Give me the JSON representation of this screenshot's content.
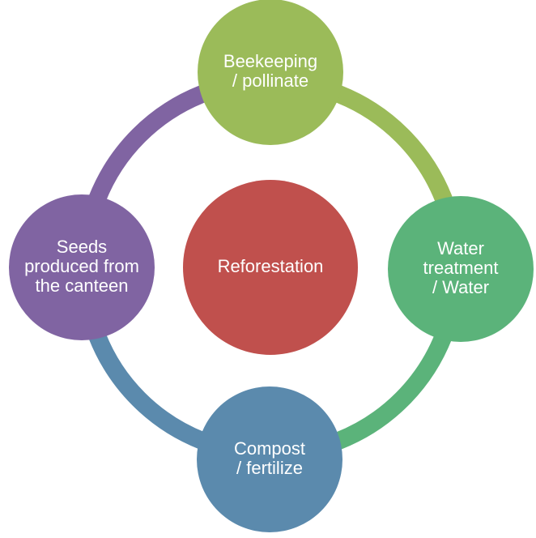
{
  "diagram": {
    "center": {
      "lines": [
        "Reforestation"
      ],
      "color": "#c0504d"
    },
    "nodes": [
      {
        "id": "top",
        "lines": [
          "Beekeeping",
          "/ pollinate"
        ],
        "color": "#9bbb59"
      },
      {
        "id": "right",
        "lines": [
          "Water",
          "treatment",
          "/ Water"
        ],
        "color": "#5bb37a"
      },
      {
        "id": "bottom",
        "lines": [
          "Compost",
          "/ fertilize"
        ],
        "color": "#5b8aad"
      },
      {
        "id": "left",
        "lines": [
          "Seeds",
          "produced from",
          "the canteen"
        ],
        "color": "#8064a2"
      }
    ],
    "arcs": [
      {
        "from": "top",
        "to": "right",
        "color": "#9bbb59"
      },
      {
        "from": "right",
        "to": "bottom",
        "color": "#5bb37a"
      },
      {
        "from": "bottom",
        "to": "left",
        "color": "#5b8aad"
      },
      {
        "from": "left",
        "to": "top",
        "color": "#8064a2"
      }
    ]
  }
}
